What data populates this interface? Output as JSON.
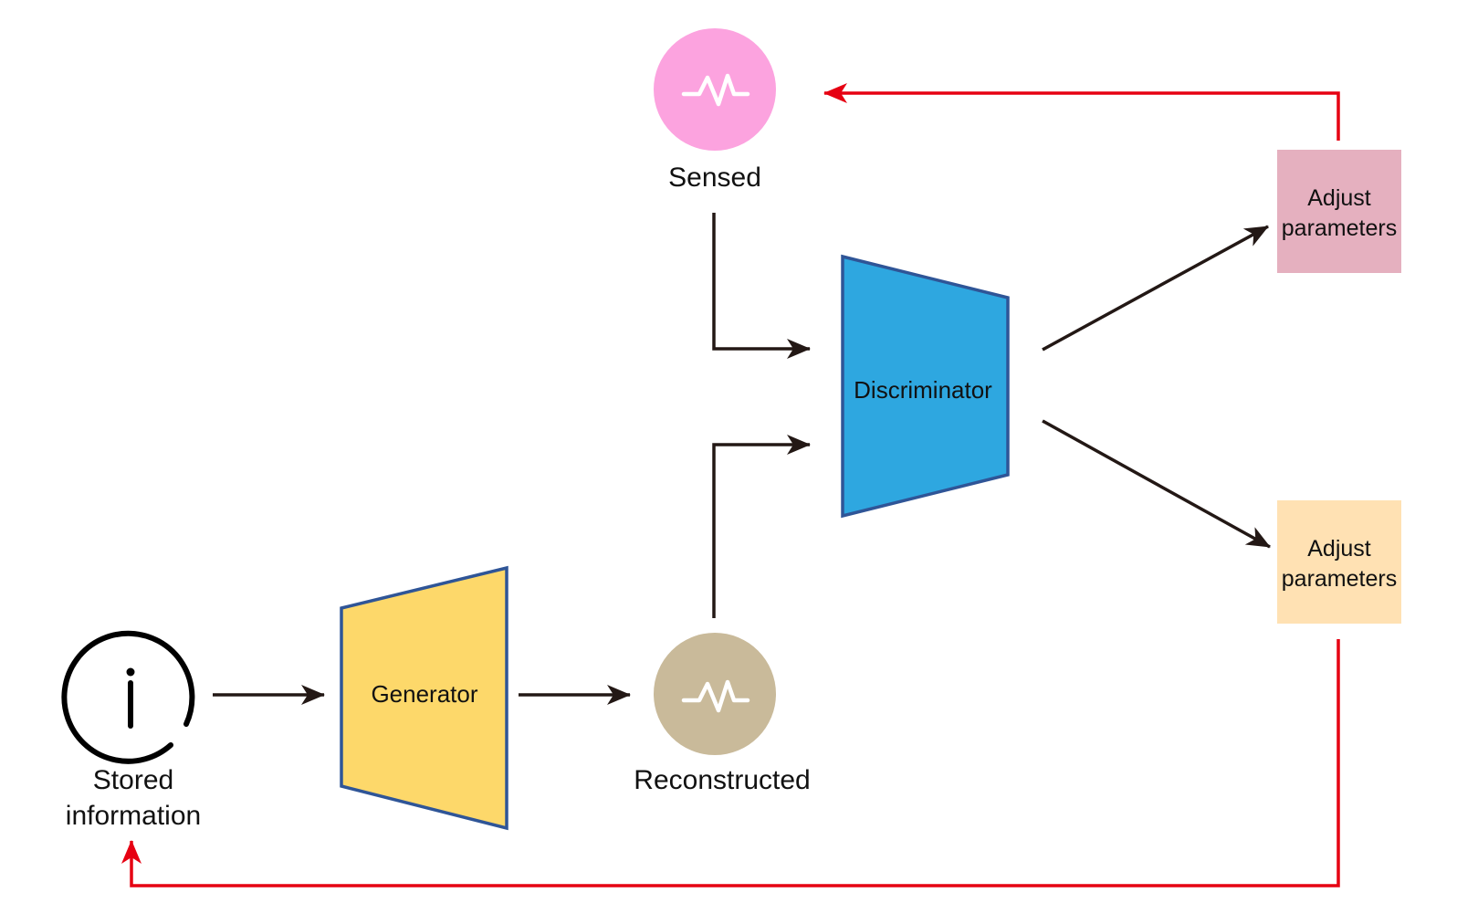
{
  "diagram": {
    "nodes": {
      "sensed": {
        "label": "Sensed",
        "icon": "pulse-icon",
        "color": "#FCA3DF"
      },
      "reconstructed": {
        "label": "Reconstructed",
        "icon": "pulse-icon",
        "color": "#C9BA9A"
      },
      "stored": {
        "label_line1": "Stored",
        "label_line2": "information",
        "icon": "info-circle-icon"
      },
      "generator": {
        "label": "Generator",
        "fill": "#FDD86A",
        "stroke": "#2F5597"
      },
      "discriminator": {
        "label": "Discriminator",
        "fill": "#2EA7E0",
        "stroke": "#2F5597"
      },
      "adjust_top": {
        "label_line1": "Adjust",
        "label_line2": "parameters",
        "fill": "#E5B0BF"
      },
      "adjust_bottom": {
        "label_line1": "Adjust",
        "label_line2": "parameters",
        "fill": "#FFE1B3"
      }
    },
    "edges": [
      {
        "from": "stored",
        "to": "generator",
        "color": "#231815"
      },
      {
        "from": "generator",
        "to": "reconstructed",
        "color": "#231815"
      },
      {
        "from": "sensed",
        "to": "discriminator",
        "color": "#231815"
      },
      {
        "from": "reconstructed",
        "to": "discriminator",
        "color": "#231815"
      },
      {
        "from": "discriminator",
        "to": "adjust_top",
        "color": "#231815"
      },
      {
        "from": "discriminator",
        "to": "adjust_bottom",
        "color": "#231815"
      },
      {
        "from": "adjust_top",
        "to": "sensed",
        "color": "#E60012",
        "feedback": true
      },
      {
        "from": "adjust_bottom",
        "to": "stored",
        "color": "#E60012",
        "feedback": true
      }
    ],
    "colors": {
      "arrow": "#231815",
      "feedback": "#E60012",
      "icon_stroke": "#ffffff",
      "info_icon": "#000000"
    }
  }
}
